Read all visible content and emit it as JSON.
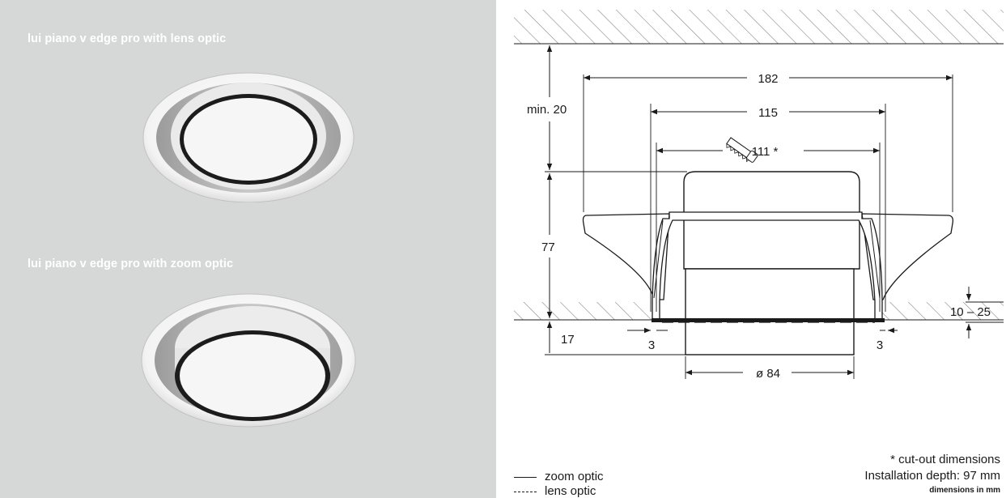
{
  "photos": {
    "lens_caption": "lui piano v edge pro with lens optic",
    "zoom_caption": "lui piano v edge pro with zoom optic"
  },
  "drawing": {
    "dim_182": "182",
    "dim_115": "115",
    "dim_111": "111 *",
    "dim_min20": "min. 20",
    "dim_77": "77",
    "dim_17": "17",
    "dim_3_left": "3",
    "dim_3_right": "3",
    "dim_84": "ø 84",
    "dim_10_25": "10 – 25"
  },
  "legend": {
    "zoom_label": "zoom optic",
    "lens_label": "lens optic"
  },
  "notes": {
    "cutout": "* cut-out dimensions",
    "depth": "Installation depth:  97 mm",
    "units": "dimensions in mm"
  },
  "colors": {
    "panel_background": "#d6d7d7",
    "line": "#1a1a1a",
    "hatch": "#8a8a8a"
  }
}
